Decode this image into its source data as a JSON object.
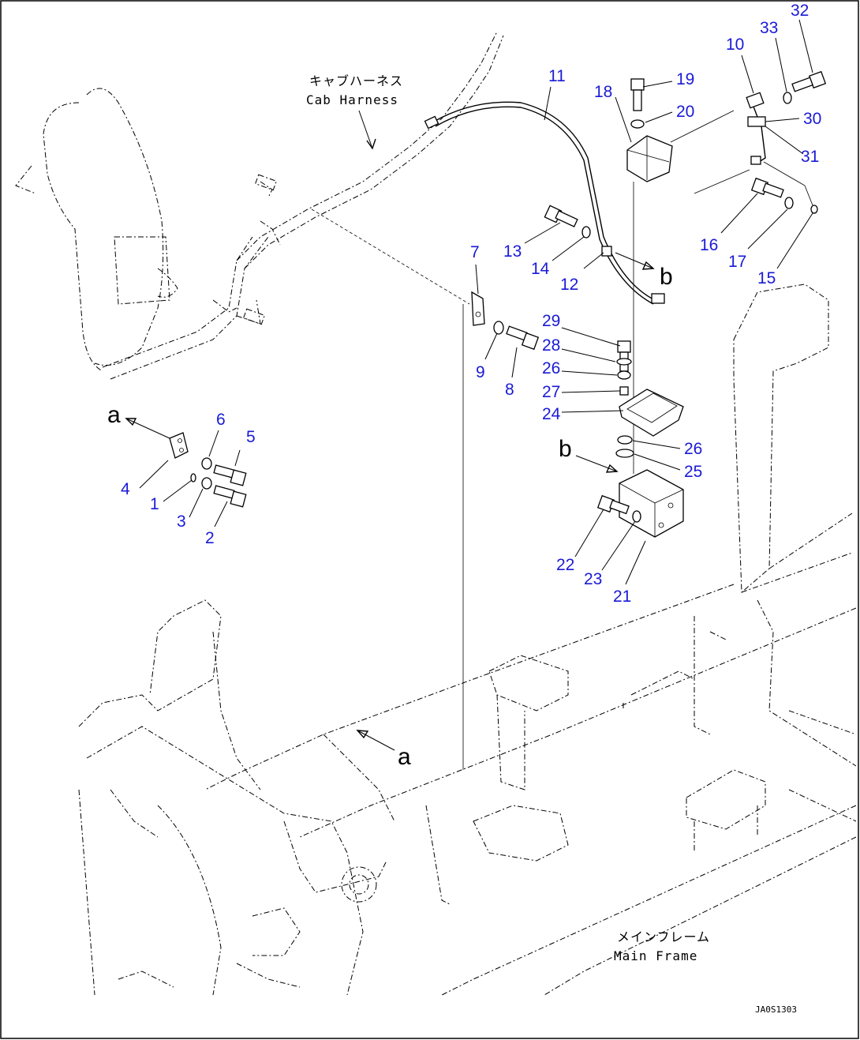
{
  "drawing": {
    "code": "JA0S1303",
    "labels": {
      "cab_harness_jp": "キャブハーネス",
      "cab_harness_en": "Cab Harness",
      "main_frame_jp": "メインフレーム",
      "main_frame_en": "Main Frame"
    },
    "view_refs": {
      "a_top": "a",
      "a_bottom": "a",
      "b_right": "b",
      "b_left": "b"
    }
  },
  "callouts": [
    {
      "id": "c1",
      "text": "1"
    },
    {
      "id": "c2",
      "text": "2"
    },
    {
      "id": "c3",
      "text": "3"
    },
    {
      "id": "c4",
      "text": "4"
    },
    {
      "id": "c5",
      "text": "5"
    },
    {
      "id": "c6",
      "text": "6"
    },
    {
      "id": "c7",
      "text": "7"
    },
    {
      "id": "c8",
      "text": "8"
    },
    {
      "id": "c9",
      "text": "9"
    },
    {
      "id": "c10",
      "text": "10"
    },
    {
      "id": "c11",
      "text": "11"
    },
    {
      "id": "c12",
      "text": "12"
    },
    {
      "id": "c13",
      "text": "13"
    },
    {
      "id": "c14",
      "text": "14"
    },
    {
      "id": "c15",
      "text": "15"
    },
    {
      "id": "c16",
      "text": "16"
    },
    {
      "id": "c17",
      "text": "17"
    },
    {
      "id": "c18",
      "text": "18"
    },
    {
      "id": "c19",
      "text": "19"
    },
    {
      "id": "c20",
      "text": "20"
    },
    {
      "id": "c21",
      "text": "21"
    },
    {
      "id": "c22",
      "text": "22"
    },
    {
      "id": "c23",
      "text": "23"
    },
    {
      "id": "c24",
      "text": "24"
    },
    {
      "id": "c25",
      "text": "25"
    },
    {
      "id": "c26a",
      "text": "26"
    },
    {
      "id": "c26b",
      "text": "26"
    },
    {
      "id": "c27",
      "text": "27"
    },
    {
      "id": "c28",
      "text": "28"
    },
    {
      "id": "c29",
      "text": "29"
    },
    {
      "id": "c30",
      "text": "30"
    },
    {
      "id": "c31",
      "text": "31"
    },
    {
      "id": "c32",
      "text": "32"
    },
    {
      "id": "c33",
      "text": "33"
    }
  ]
}
